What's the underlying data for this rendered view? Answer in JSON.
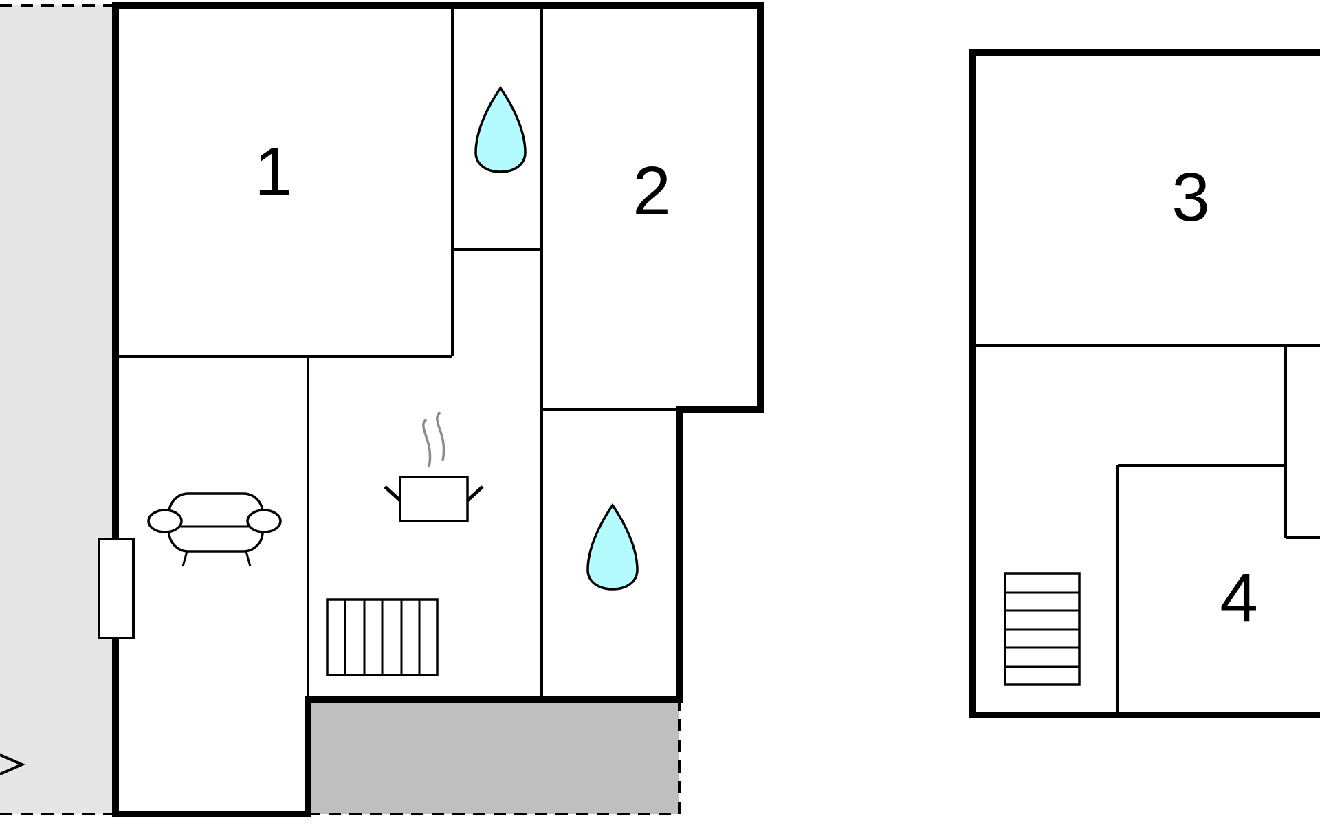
{
  "rooms": [
    {
      "id": "room-1",
      "label": "1"
    },
    {
      "id": "room-2",
      "label": "2"
    },
    {
      "id": "room-3",
      "label": "3"
    },
    {
      "id": "room-4",
      "label": "4"
    }
  ],
  "colors": {
    "wall": "#000000",
    "terrace_shade": "#e6e6e6",
    "covered_area": "#bfbfbf",
    "water_drop": "#b3fbff",
    "steam": "#8c8c8c"
  },
  "icons": {
    "bathroom": "water-drop-icon",
    "kitchen": "cooking-pot-icon",
    "living": "sofa-icon",
    "stairs": "stairs-icon"
  }
}
